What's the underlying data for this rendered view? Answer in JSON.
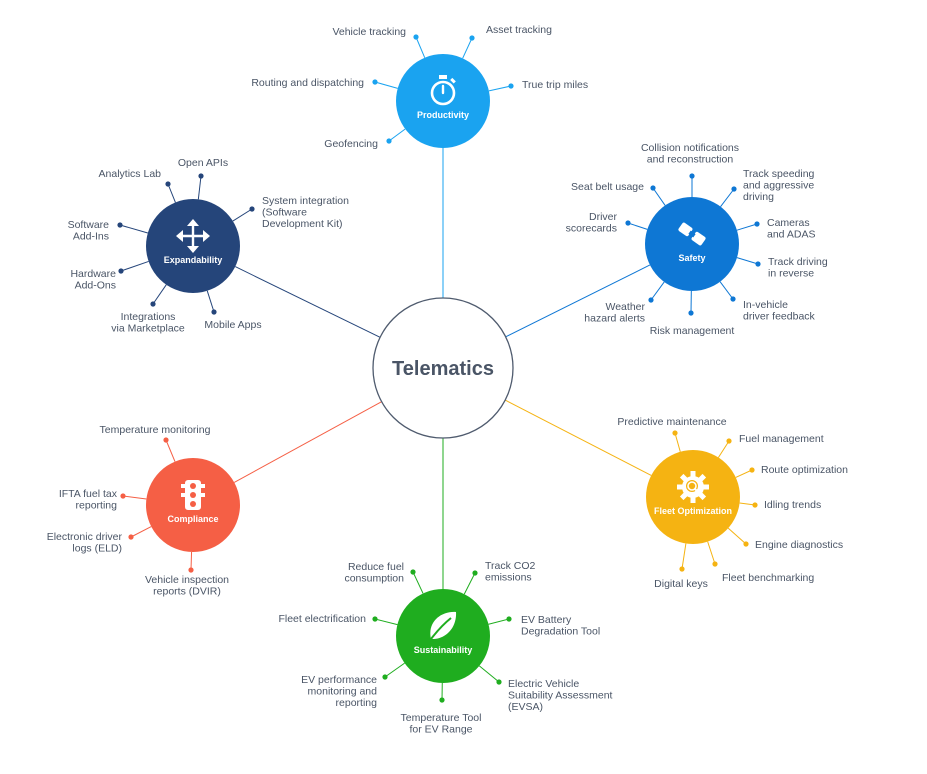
{
  "center": {
    "label": "Telematics"
  },
  "hubs": [
    {
      "id": "productivity",
      "label": "Productivity",
      "color": "#1aa3f0",
      "icon": "stopwatch-icon",
      "items": [
        {
          "lines": [
            "Vehicle tracking"
          ]
        },
        {
          "lines": [
            "Asset tracking"
          ]
        },
        {
          "lines": [
            "Routing and dispatching"
          ]
        },
        {
          "lines": [
            "True trip miles"
          ]
        },
        {
          "lines": [
            "Geofencing"
          ]
        }
      ]
    },
    {
      "id": "safety",
      "label": "Safety",
      "color": "#0e77d4",
      "icon": "seatbelt-icon",
      "items": [
        {
          "lines": [
            "Collision notifications",
            "and reconstruction"
          ]
        },
        {
          "lines": [
            "Seat belt usage"
          ]
        },
        {
          "lines": [
            "Track speeding",
            "and aggressive",
            "driving"
          ]
        },
        {
          "lines": [
            "Driver",
            "scorecards"
          ]
        },
        {
          "lines": [
            "Cameras",
            "and ADAS"
          ]
        },
        {
          "lines": [
            "Track driving",
            "in reverse"
          ]
        },
        {
          "lines": [
            "Weather",
            "hazard alerts"
          ]
        },
        {
          "lines": [
            "In-vehicle",
            "driver feedback"
          ]
        },
        {
          "lines": [
            "Risk management"
          ]
        }
      ]
    },
    {
      "id": "expandability",
      "label": "Expandability",
      "color": "#25457a",
      "icon": "move-arrows-icon",
      "items": [
        {
          "lines": [
            "Open APIs"
          ]
        },
        {
          "lines": [
            "Analytics Lab"
          ]
        },
        {
          "lines": [
            "System integration",
            "(Software",
            "Development Kit)"
          ]
        },
        {
          "lines": [
            "Software",
            "Add-Ins"
          ]
        },
        {
          "lines": [
            "Hardware",
            "Add-Ons"
          ]
        },
        {
          "lines": [
            "Integrations",
            "via Marketplace"
          ]
        },
        {
          "lines": [
            "Mobile Apps"
          ]
        }
      ]
    },
    {
      "id": "compliance",
      "label": "Compliance",
      "color": "#f55f45",
      "icon": "traffic-light-icon",
      "items": [
        {
          "lines": [
            "Temperature monitoring"
          ]
        },
        {
          "lines": [
            "IFTA fuel tax",
            "reporting"
          ]
        },
        {
          "lines": [
            "Electronic driver",
            "logs (ELD)"
          ]
        },
        {
          "lines": [
            "Vehicle inspection",
            "reports (DVIR)"
          ]
        }
      ]
    },
    {
      "id": "fleet_optimization",
      "label": "Fleet Optimization",
      "color": "#f5b312",
      "icon": "gear-search-icon",
      "items": [
        {
          "lines": [
            "Predictive maintenance"
          ]
        },
        {
          "lines": [
            "Fuel management"
          ]
        },
        {
          "lines": [
            "Route optimization"
          ]
        },
        {
          "lines": [
            "Idling trends"
          ]
        },
        {
          "lines": [
            "Engine diagnostics"
          ]
        },
        {
          "lines": [
            "Fleet benchmarking"
          ]
        },
        {
          "lines": [
            "Digital keys"
          ]
        }
      ]
    },
    {
      "id": "sustainability",
      "label": "Sustainability",
      "color": "#1fad1f",
      "icon": "leaf-icon",
      "items": [
        {
          "lines": [
            "Reduce fuel",
            "consumption"
          ]
        },
        {
          "lines": [
            "Track CO2",
            "emissions"
          ]
        },
        {
          "lines": [
            "Fleet electrification"
          ]
        },
        {
          "lines": [
            "EV Battery",
            "Degradation Tool"
          ]
        },
        {
          "lines": [
            "EV performance",
            "monitoring and",
            "reporting"
          ]
        },
        {
          "lines": [
            "Electric Vehicle",
            "Suitability Assessment",
            "(EVSA)"
          ]
        },
        {
          "lines": [
            "Temperature Tool",
            "for EV Range"
          ]
        }
      ]
    }
  ]
}
